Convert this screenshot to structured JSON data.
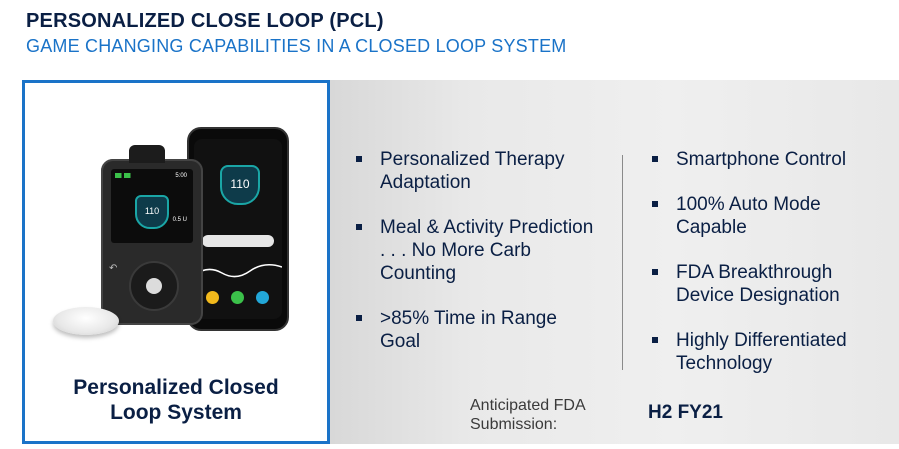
{
  "header": {
    "title": "PERSONALIZED CLOSE LOOP (PCL)",
    "subtitle": "GAME CHANGING CAPABILITIES IN A CLOSED LOOP SYSTEM"
  },
  "product": {
    "caption_line1": "Personalized Closed",
    "caption_line2": "Loop System",
    "pump_screen": {
      "glucose": "110",
      "insulin": "0.5 U",
      "time": "5:00"
    },
    "phone_screen": {
      "glucose": "110"
    }
  },
  "features_left": [
    "Personalized Therapy Adaptation",
    "Meal & Activity Prediction . . . No More Carb Counting",
    ">85% Time in Range Goal"
  ],
  "features_right": [
    "Smartphone Control",
    "100% Auto Mode Capable",
    "FDA Breakthrough Device Designation",
    "Highly Differentiated Technology"
  ],
  "fda": {
    "label_line1": "Anticipated FDA",
    "label_line2": "Submission:",
    "value": "H2 FY21"
  },
  "colors": {
    "navy": "#0a1f44",
    "accent_blue": "#1a73c8",
    "panel_gray": "#e6e6e6"
  }
}
